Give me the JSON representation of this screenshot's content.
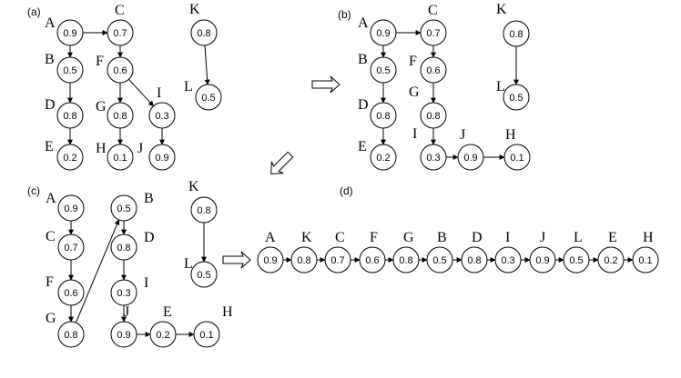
{
  "panels": [
    {
      "label": "(a)",
      "nodes": [
        {
          "id": "A",
          "value": "0.9"
        },
        {
          "id": "C",
          "value": "0.7"
        },
        {
          "id": "K",
          "value": "0.8"
        },
        {
          "id": "B",
          "value": "0.5"
        },
        {
          "id": "F",
          "value": "0.6"
        },
        {
          "id": "L",
          "value": "0.5"
        },
        {
          "id": "D",
          "value": "0.8"
        },
        {
          "id": "G",
          "value": "0.8"
        },
        {
          "id": "I",
          "value": "0.3"
        },
        {
          "id": "E",
          "value": "0.2"
        },
        {
          "id": "H",
          "value": "0.1"
        },
        {
          "id": "J",
          "value": "0.9"
        }
      ],
      "edges": [
        [
          "A",
          "C"
        ],
        [
          "A",
          "B"
        ],
        [
          "B",
          "D"
        ],
        [
          "D",
          "E"
        ],
        [
          "C",
          "F"
        ],
        [
          "F",
          "G"
        ],
        [
          "F",
          "I"
        ],
        [
          "G",
          "H"
        ],
        [
          "I",
          "J"
        ],
        [
          "K",
          "L"
        ]
      ]
    },
    {
      "label": "(b)",
      "nodes": [
        {
          "id": "A",
          "value": "0.9"
        },
        {
          "id": "C",
          "value": "0.7"
        },
        {
          "id": "K",
          "value": "0.8"
        },
        {
          "id": "B",
          "value": "0.5"
        },
        {
          "id": "F",
          "value": "0.6"
        },
        {
          "id": "L",
          "value": "0.5"
        },
        {
          "id": "D",
          "value": "0.8"
        },
        {
          "id": "G",
          "value": "0.8"
        },
        {
          "id": "E",
          "value": "0.2"
        },
        {
          "id": "I",
          "value": "0.3"
        },
        {
          "id": "J",
          "value": "0.9"
        },
        {
          "id": "H",
          "value": "0.1"
        }
      ],
      "edges": [
        [
          "A",
          "C"
        ],
        [
          "A",
          "B"
        ],
        [
          "B",
          "D"
        ],
        [
          "D",
          "E"
        ],
        [
          "C",
          "F"
        ],
        [
          "F",
          "G"
        ],
        [
          "G",
          "I"
        ],
        [
          "I",
          "J"
        ],
        [
          "J",
          "H"
        ],
        [
          "K",
          "L"
        ]
      ]
    },
    {
      "label": "(c)",
      "nodes": [
        {
          "id": "A",
          "value": "0.9"
        },
        {
          "id": "B",
          "value": "0.5"
        },
        {
          "id": "K",
          "value": "0.8"
        },
        {
          "id": "C",
          "value": "0.7"
        },
        {
          "id": "D",
          "value": "0.8"
        },
        {
          "id": "L",
          "value": "0.5"
        },
        {
          "id": "F",
          "value": "0.6"
        },
        {
          "id": "I",
          "value": "0.3"
        },
        {
          "id": "G",
          "value": "0.8"
        },
        {
          "id": "J",
          "value": "0.9"
        },
        {
          "id": "E",
          "value": "0.2"
        },
        {
          "id": "H",
          "value": "0.1"
        }
      ],
      "edges": [
        [
          "A",
          "C"
        ],
        [
          "C",
          "F"
        ],
        [
          "F",
          "G"
        ],
        [
          "G",
          "B"
        ],
        [
          "B",
          "D"
        ],
        [
          "D",
          "I"
        ],
        [
          "I",
          "J"
        ],
        [
          "J",
          "E"
        ],
        [
          "E",
          "H"
        ],
        [
          "K",
          "L"
        ]
      ]
    },
    {
      "label": "(d)",
      "nodes": [
        {
          "id": "A",
          "value": "0.9"
        },
        {
          "id": "K",
          "value": "0.8"
        },
        {
          "id": "C",
          "value": "0.7"
        },
        {
          "id": "F",
          "value": "0.6"
        },
        {
          "id": "G",
          "value": "0.8"
        },
        {
          "id": "B",
          "value": "0.5"
        },
        {
          "id": "D",
          "value": "0.8"
        },
        {
          "id": "I",
          "value": "0.3"
        },
        {
          "id": "J",
          "value": "0.9"
        },
        {
          "id": "L",
          "value": "0.5"
        },
        {
          "id": "E",
          "value": "0.2"
        },
        {
          "id": "H",
          "value": "0.1"
        }
      ],
      "edges": [
        [
          "A",
          "K"
        ],
        [
          "K",
          "C"
        ],
        [
          "C",
          "F"
        ],
        [
          "F",
          "G"
        ],
        [
          "G",
          "B"
        ],
        [
          "B",
          "D"
        ],
        [
          "D",
          "I"
        ],
        [
          "I",
          "J"
        ],
        [
          "J",
          "L"
        ],
        [
          "L",
          "E"
        ],
        [
          "E",
          "H"
        ]
      ]
    }
  ],
  "transitions": [
    {
      "from": "(a)",
      "to": "(b)"
    },
    {
      "from": "(b)",
      "to": "(c)"
    },
    {
      "from": "(c)",
      "to": "(d)"
    }
  ]
}
